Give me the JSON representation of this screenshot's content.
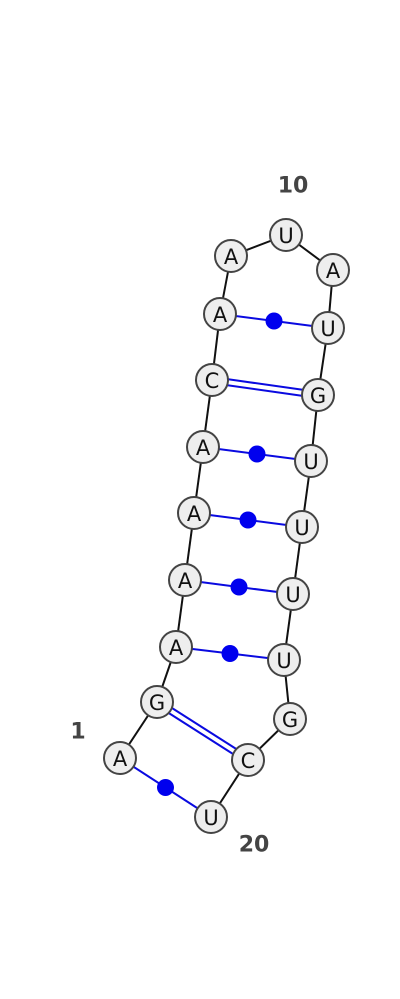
{
  "sequence": [
    "A",
    "G",
    "A",
    "A",
    "A",
    "A",
    "C",
    "A",
    "A",
    "U",
    "A",
    "U",
    "G",
    "U",
    "U",
    "U",
    "U",
    "G",
    "C",
    "U"
  ],
  "pairs": [
    {
      "i": 1,
      "j": 20,
      "type": "wobble"
    },
    {
      "i": 2,
      "j": 19,
      "type": "canonical"
    },
    {
      "i": 3,
      "j": 17,
      "type": "wobble"
    },
    {
      "i": 4,
      "j": 16,
      "type": "wobble"
    },
    {
      "i": 5,
      "j": 15,
      "type": "wobble"
    },
    {
      "i": 6,
      "j": 14,
      "type": "wobble"
    },
    {
      "i": 7,
      "j": 13,
      "type": "canonical"
    },
    {
      "i": 8,
      "j": 12,
      "type": "wobble"
    }
  ],
  "position_labels": [
    {
      "nt": 1,
      "text": "1"
    },
    {
      "nt": 10,
      "text": "10"
    },
    {
      "nt": 20,
      "text": "20"
    }
  ],
  "colors": {
    "backbone": "#111111",
    "pair_line": "#0a0ae0",
    "wobble_dot": "#0000ee",
    "node_fill": "#eeeeee",
    "node_stroke": "#444444",
    "label": "#444444"
  }
}
